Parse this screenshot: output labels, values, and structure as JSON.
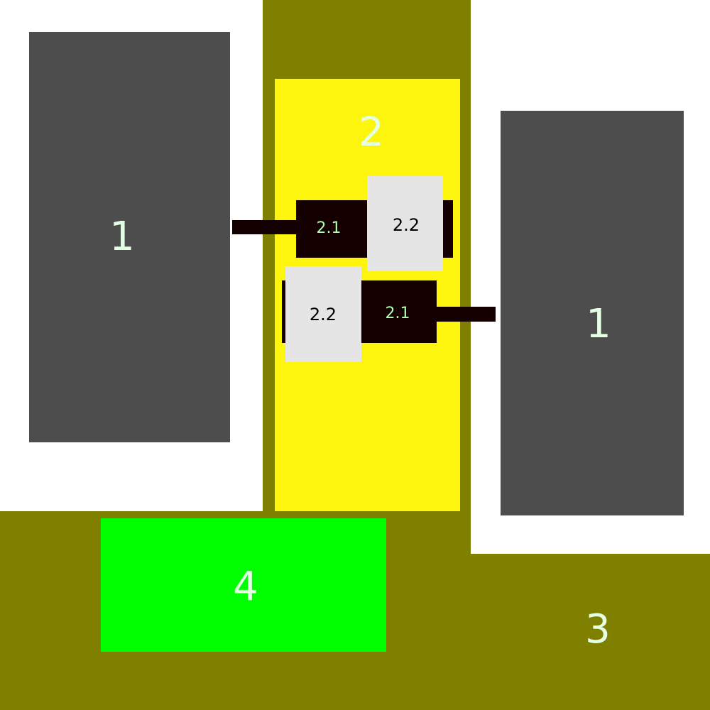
{
  "colors": {
    "background": "#ffffff",
    "olive": "#808000",
    "yellow": "#ffff00",
    "gray": "#4d4d4d",
    "green": "#00ff00",
    "dark_block": "#140000",
    "light_block": "#e5e5e5",
    "label_light": "#e5ffe5",
    "label_21": "#b0ffb0",
    "label_dark": "#000000"
  },
  "regions": {
    "region_1_left": {
      "label": "1"
    },
    "region_1_right": {
      "label": "1"
    },
    "region_2": {
      "label": "2"
    },
    "region_3": {
      "label": "3"
    },
    "region_4": {
      "label": "4"
    }
  },
  "components": {
    "top_2_1": {
      "label": "2.1"
    },
    "top_2_2": {
      "label": "2.2"
    },
    "bottom_2_1": {
      "label": "2.1"
    },
    "bottom_2_2": {
      "label": "2.2"
    }
  }
}
